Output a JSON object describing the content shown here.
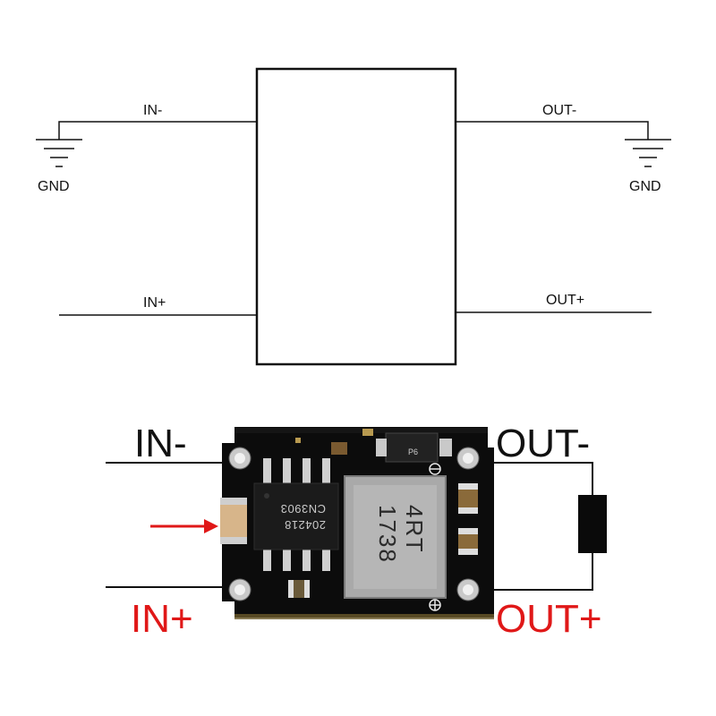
{
  "schematic": {
    "in_minus": "IN-",
    "in_plus": "IN+",
    "out_minus": "OUT-",
    "out_plus": "OUT+",
    "gnd_left": "GND",
    "gnd_right": "GND"
  },
  "board": {
    "in_minus": "IN-",
    "in_plus": "IN+",
    "out_minus": "OUT-",
    "out_plus": "OUT+",
    "chip_line1": "204218",
    "chip_line2": "CN3903",
    "inductor_line1": "4RT",
    "inductor_line2": "1738",
    "diode_mark": "P6"
  },
  "colors": {
    "line": "#111111",
    "red": "#e01818",
    "pcb": "#0c0c0c",
    "inductor": "#a9a9a9",
    "load": "#0a0a0a"
  }
}
